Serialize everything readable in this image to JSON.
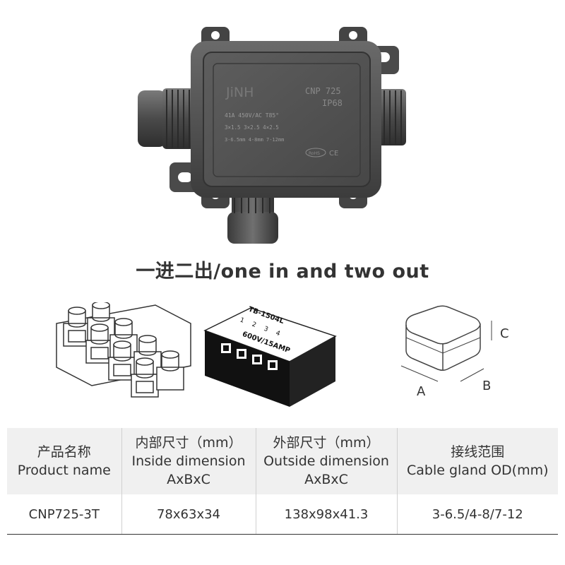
{
  "product_image": {
    "brand": "JiNH",
    "model_label": "CNP 725",
    "rating_label": "IP68",
    "spec_line_1": "41A  450V/AC   T85°",
    "spec_line_2": "3×1.5   3×2.5   4×2.5",
    "spec_line_3": "3-6.5mm  4-8mm   7-12mm",
    "badge": "RoHS",
    "ce_mark": "CE"
  },
  "headline": "一进二出/one in and two out",
  "terminal_block_label": {
    "model": "TB-1504L",
    "numbers": [
      "1",
      "2",
      "3",
      "4"
    ],
    "rating": "600V/15AMP"
  },
  "dimension_labels": {
    "a": "A",
    "b": "B",
    "c": "C"
  },
  "table": {
    "headers": [
      {
        "cn": "产品名称",
        "en": "Product name",
        "sub": ""
      },
      {
        "cn": "内部尺寸（mm）",
        "en": "Inside dimension",
        "sub": "AxBxC"
      },
      {
        "cn": "外部尺寸（mm）",
        "en": "Outside dimension",
        "sub": "AxBxC"
      },
      {
        "cn": "接线范围",
        "en": "Cable gland OD(mm)",
        "sub": ""
      }
    ],
    "rows": [
      [
        "CNP725-3T",
        "78x63x34",
        "138x98x41.3",
        "3-6.5/4-8/7-12"
      ]
    ]
  }
}
